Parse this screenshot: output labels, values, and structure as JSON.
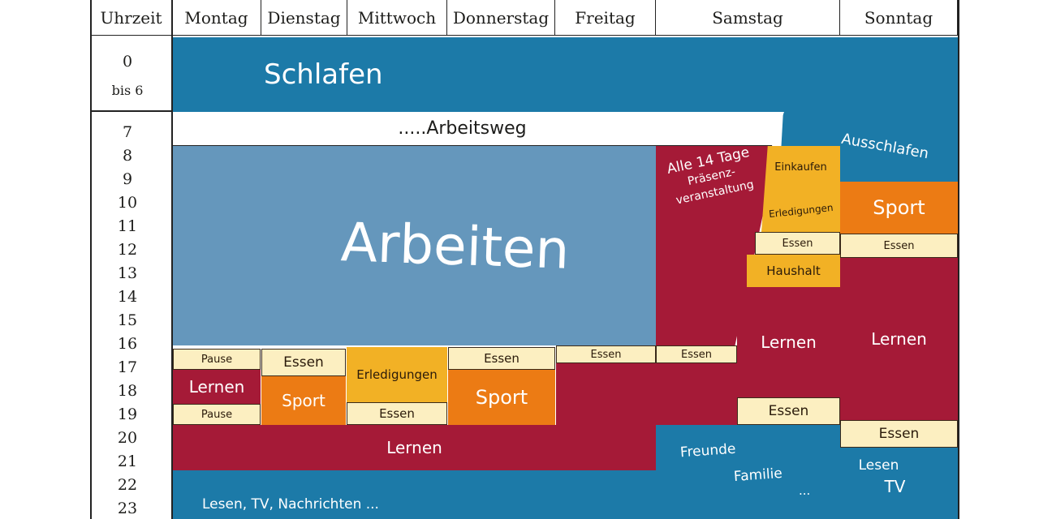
{
  "header": {
    "time_col": "Uhrzeit",
    "days": [
      "Montag",
      "Dienstag",
      "Mittwoch",
      "Donnerstag",
      "Freitag",
      "Samstag",
      "Sonntag"
    ]
  },
  "hours": {
    "night_from": "0",
    "night_to": "bis 6",
    "list": [
      "7",
      "8",
      "9",
      "10",
      "11",
      "12",
      "13",
      "14",
      "15",
      "16",
      "17",
      "18",
      "19",
      "20",
      "21",
      "22",
      "23"
    ]
  },
  "blocks": {
    "schlafen": "Schlafen",
    "arbeitsweg": ".....Arbeitsweg",
    "ausschlafen": "Ausschlafen",
    "arbeiten": "Arbeiten",
    "praesenz_line1": "Alle 14 Tage",
    "praesenz_line2": "Präsenz-",
    "praesenz_line3": "veranstaltung",
    "einkaufen": "Einkaufen",
    "erledigungen_sat": "Erledigungen",
    "essen_sat_noon": "Essen",
    "haushalt": "Haushalt",
    "sport_sun": "Sport",
    "essen_sun_noon": "Essen",
    "lernen_sat": "Lernen",
    "lernen_sun": "Lernen",
    "pause_mon_1": "Pause",
    "lernen_mon": "Lernen",
    "pause_mon_2": "Pause",
    "essen_tue": "Essen",
    "sport_tue": "Sport",
    "erledigungen_wed": "Erledigungen",
    "essen_wed": "Essen",
    "essen_thu": "Essen",
    "sport_thu": "Sport",
    "essen_fri": "Essen",
    "essen_sat_fri": "Essen",
    "essen_sat_eve": "Essen",
    "essen_sun_eve": "Essen",
    "lernen_week": "Lernen",
    "freunde": "Freunde",
    "familie": "Familie",
    "dots_sat": "...",
    "lesen_sun": "Lesen",
    "tv_sun": "TV",
    "lesen_week": "Lesen, TV, Nachrichten ..."
  },
  "colors": {
    "blue": "#1c7aa8",
    "light_blue": "#6597bc",
    "red": "#a51a37",
    "orange": "#ec7b14",
    "yellow": "#f2b125",
    "cream": "#fcefc1"
  }
}
